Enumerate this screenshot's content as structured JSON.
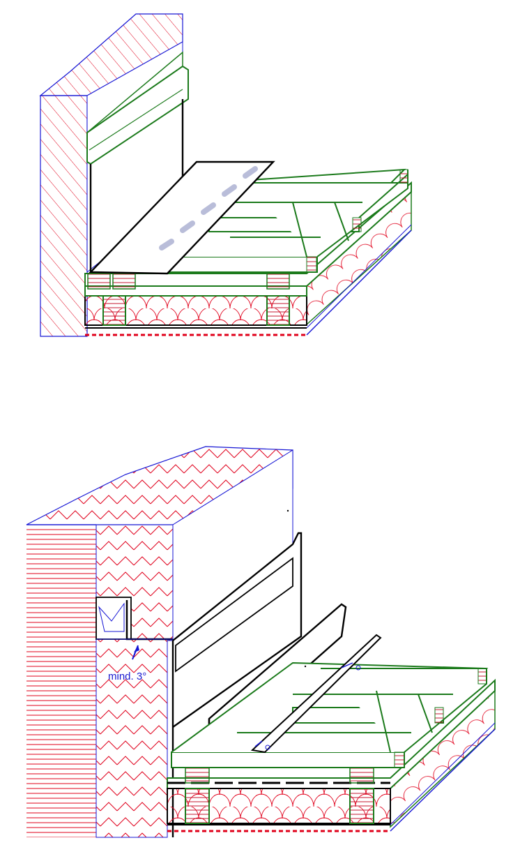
{
  "figure": {
    "panels": [
      {
        "id": "top",
        "labels": []
      },
      {
        "id": "bottom",
        "labels": [
          "mind. 3°"
        ]
      }
    ],
    "colors": {
      "masonry_hatch": "#e0001a",
      "outline_blue": "#1414d4",
      "timber_green": "#1b7a1b",
      "metal_black": "#000000",
      "slot_gray": "#b9bdd9"
    }
  }
}
